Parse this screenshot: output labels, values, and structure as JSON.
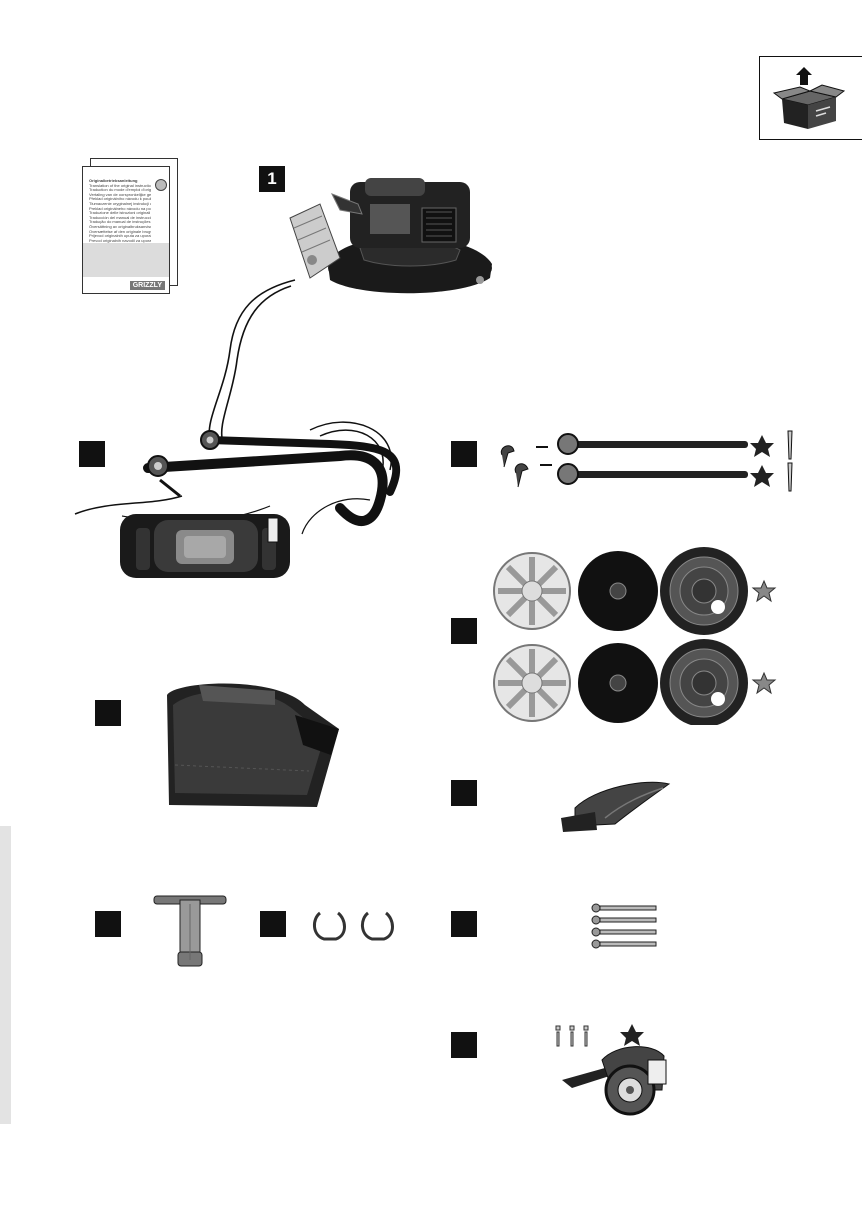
{
  "page": {
    "background": "#ffffff"
  },
  "badges": {
    "motor_unit": "1"
  },
  "manual": {
    "brand": "GRIZZLY",
    "lines": [
      "Originalbetriebsanleitung",
      "Translation of the original instructions",
      "Traduction du mode d'emploi d'origine",
      "Vertaling van de oorspronkelijke gebruiksaanwijzing",
      "Překlad originálního návodu k používání",
      "Tłumaczenie oryginalnej instrukcji obsługi",
      "Preklad originálneho návodu na použitie",
      "Traduzione delle istruzioni originali",
      "Traducción del manual de instrucciones original",
      "Tradução do manual de instruções original",
      "Översättning av originalbruksanvisning",
      "Oversættelse af den originale brugsanvisning",
      "Prijevod originalnih uputa za uporabu",
      "Prevod originalnih navodil za uporabo"
    ]
  },
  "icons": {
    "unpack": "unpack-box-icon",
    "manual": "operating-manual-icon",
    "motor": "lawnmower-motor-unit-icon",
    "handle": "handle-with-control-panel-icon",
    "side_bars": "lower-handle-bars-icon",
    "wheels": "wheels-and-hubcaps-icon",
    "grass_bag": "grass-catcher-icon",
    "mulch": "mulching-wedge-icon",
    "spark_wrench": "spark-plug-wrench-icon",
    "clips": "cable-clips-icon",
    "screws": "screws-icon",
    "swivel": "front-swivel-wheel-icon"
  },
  "colors": {
    "ink": "#111111",
    "tab": "#e3e3e3"
  }
}
